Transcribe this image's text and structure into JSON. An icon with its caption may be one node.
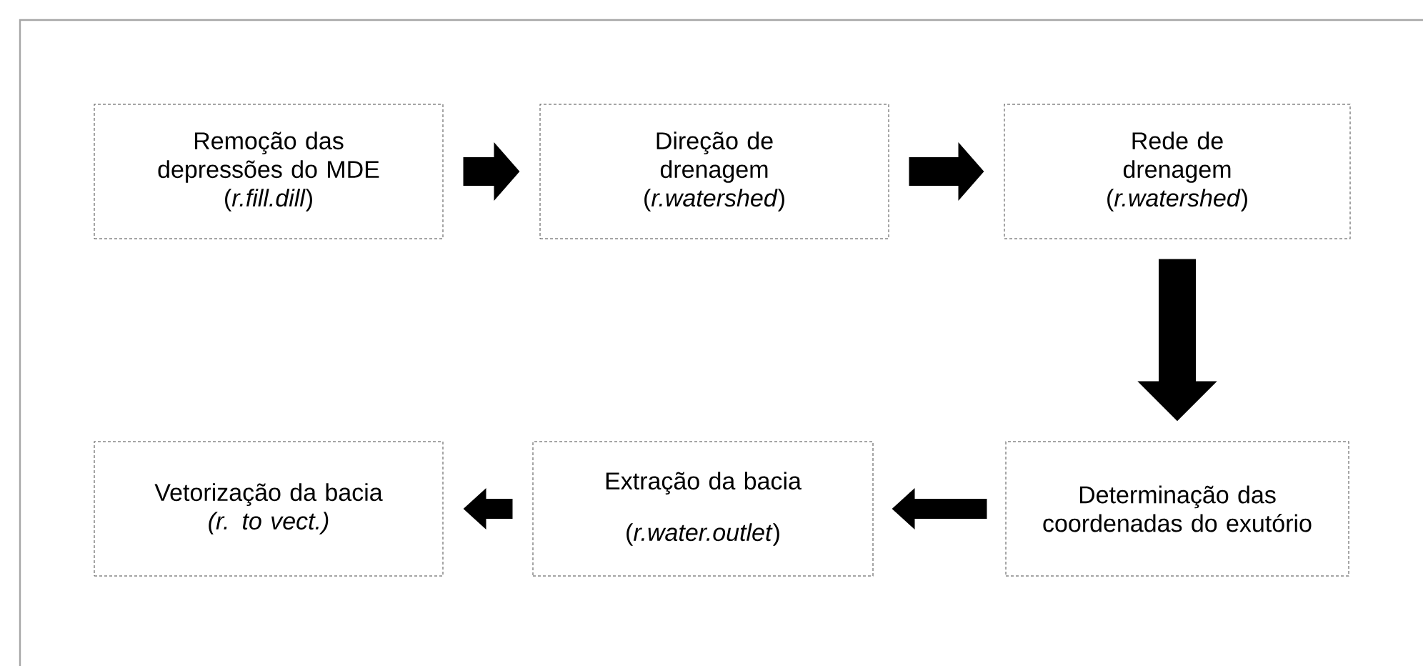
{
  "diagram": {
    "nodes": [
      {
        "text": [
          "Remoção das depressões do MDE",
          "(*r.fill.dill*)"
        ]
      },
      {
        "text": [
          "Direção de drenagem",
          "(*r.watershed*)"
        ]
      },
      {
        "text": [
          "Rede de drenagem",
          "(*r.watershed*)"
        ]
      },
      {
        "text": [
          "Vetorização da bacia",
          "*(r. to vect.)*"
        ]
      },
      {
        "text": [
          "Extração da bacia",
          "(*r.water.outlet*)"
        ]
      },
      {
        "text": [
          "Determinação das coordenadas do exutório"
        ]
      }
    ],
    "edges": [
      {
        "from": 0,
        "to": 1,
        "arrow": "to"
      },
      {
        "from": 1,
        "to": 2,
        "arrow": "to"
      },
      {
        "from": 2,
        "to": 5,
        "arrow": "to"
      },
      {
        "from": 5,
        "to": 4,
        "arrow": "to"
      },
      {
        "from": 4,
        "to": 3,
        "arrow": "to"
      }
    ]
  }
}
